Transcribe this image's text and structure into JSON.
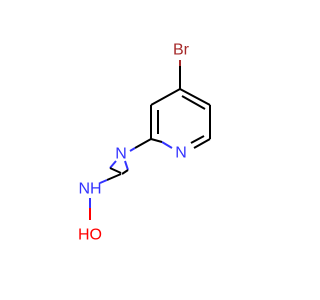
{
  "molecule": {
    "atoms": {
      "br": "Br",
      "n_ring": "N",
      "n_imine": "N",
      "nh": "NH",
      "oh": "HO"
    }
  },
  "colors": {
    "carbon_bond": "#000000",
    "bromine": "#A62929",
    "nitrogen": "#3333FF",
    "oxygen": "#FF0000"
  }
}
